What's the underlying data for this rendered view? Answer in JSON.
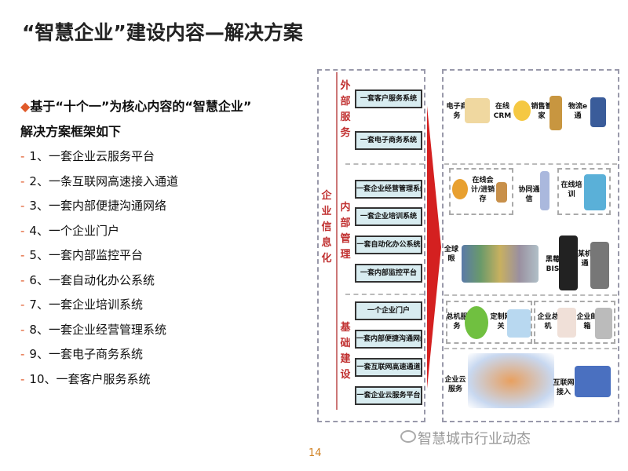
{
  "title": "“智慧企业”建设内容—解决方案",
  "intro": {
    "line1": "基于“十个一”为核心内容的“智慧企业”",
    "line2": "解决方案框架如下"
  },
  "list": [
    "1、一套企业云服务平台",
    "2、一条互联网高速接入通道",
    "3、一套内部便捷沟通网络",
    "4、一个企业门户",
    "5、一套内部监控平台",
    "6、一套自动化办公系统",
    "7、一套企业培训系统",
    "8、一套企业经营管理系统",
    "9、一套电子商务系统",
    "10、一套客户服务系统"
  ],
  "diagram": {
    "main_label": "企业信息化",
    "groups": [
      "外部服务",
      "内部管理",
      "基础建设"
    ],
    "systems": [
      "一套客户服务系统",
      "一套电子商务系统",
      "一套企业经营管理系统",
      "一套企业培训系统",
      "一套自动化办公系统",
      "一套内部监控平台",
      "一个企业门户",
      "一套内部便捷沟通网络",
      "一套互联网高速通道",
      "一套企业云服务平台"
    ],
    "services": [
      "电子商务",
      "在线CRM",
      "销售管家",
      "物流e通",
      "在线会计/进销存",
      "协同通信",
      "在线培训",
      "全球眼",
      "黑莓BIS",
      "某机通",
      "总机服务",
      "定制网关",
      "企业总机",
      "企业邮箱",
      "企业云服务",
      "互联网接入"
    ]
  },
  "page_number": "14",
  "watermark": "智慧城市行业动态"
}
